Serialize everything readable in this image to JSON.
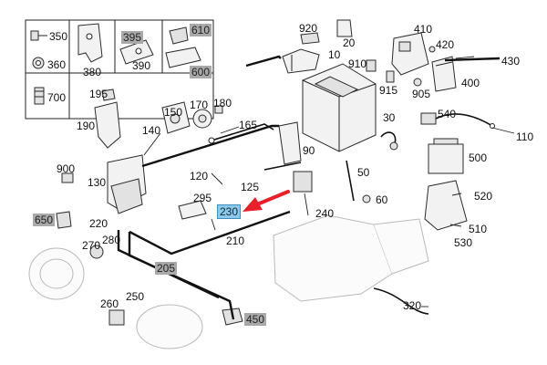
{
  "diagram": {
    "highlight_color": "#8ec9ea",
    "arrow_color": "#e8202a",
    "callouts": [
      {
        "id": "350",
        "text": "350",
        "style": "plain"
      },
      {
        "id": "360",
        "text": "360",
        "style": "plain"
      },
      {
        "id": "380",
        "text": "380",
        "style": "plain"
      },
      {
        "id": "395",
        "text": "395",
        "style": "grey"
      },
      {
        "id": "390",
        "text": "390",
        "style": "plain"
      },
      {
        "id": "610",
        "text": "610",
        "style": "grey"
      },
      {
        "id": "600",
        "text": "600",
        "style": "grey"
      },
      {
        "id": "700",
        "text": "700",
        "style": "plain"
      },
      {
        "id": "920",
        "text": "920",
        "style": "plain"
      },
      {
        "id": "20",
        "text": "20",
        "style": "plain"
      },
      {
        "id": "10",
        "text": "10",
        "style": "plain"
      },
      {
        "id": "410",
        "text": "410",
        "style": "plain"
      },
      {
        "id": "420",
        "text": "420",
        "style": "plain"
      },
      {
        "id": "430",
        "text": "430",
        "style": "plain"
      },
      {
        "id": "910",
        "text": "910",
        "style": "plain"
      },
      {
        "id": "915",
        "text": "915",
        "style": "plain"
      },
      {
        "id": "905",
        "text": "905",
        "style": "plain"
      },
      {
        "id": "400",
        "text": "400",
        "style": "plain"
      },
      {
        "id": "195",
        "text": "195",
        "style": "plain"
      },
      {
        "id": "190",
        "text": "190",
        "style": "plain"
      },
      {
        "id": "150",
        "text": "150",
        "style": "plain"
      },
      {
        "id": "170",
        "text": "170",
        "style": "plain"
      },
      {
        "id": "180",
        "text": "180",
        "style": "plain"
      },
      {
        "id": "165",
        "text": "165",
        "style": "plain"
      },
      {
        "id": "140",
        "text": "140",
        "style": "plain"
      },
      {
        "id": "30",
        "text": "30",
        "style": "plain"
      },
      {
        "id": "540",
        "text": "540",
        "style": "plain"
      },
      {
        "id": "110",
        "text": "110",
        "style": "plain"
      },
      {
        "id": "90",
        "text": "90",
        "style": "plain"
      },
      {
        "id": "500",
        "text": "500",
        "style": "plain"
      },
      {
        "id": "900",
        "text": "900",
        "style": "plain"
      },
      {
        "id": "120",
        "text": "120",
        "style": "plain"
      },
      {
        "id": "50",
        "text": "50",
        "style": "plain"
      },
      {
        "id": "130",
        "text": "130",
        "style": "plain"
      },
      {
        "id": "125",
        "text": "125",
        "style": "plain"
      },
      {
        "id": "295",
        "text": "295",
        "style": "plain"
      },
      {
        "id": "60",
        "text": "60",
        "style": "plain"
      },
      {
        "id": "520",
        "text": "520",
        "style": "plain"
      },
      {
        "id": "230",
        "text": "230",
        "style": "highlight"
      },
      {
        "id": "240",
        "text": "240",
        "style": "plain"
      },
      {
        "id": "650",
        "text": "650",
        "style": "grey"
      },
      {
        "id": "220",
        "text": "220",
        "style": "plain"
      },
      {
        "id": "510",
        "text": "510",
        "style": "plain"
      },
      {
        "id": "210",
        "text": "210",
        "style": "plain"
      },
      {
        "id": "270",
        "text": "270",
        "style": "plain"
      },
      {
        "id": "280",
        "text": "280",
        "style": "plain"
      },
      {
        "id": "530",
        "text": "530",
        "style": "plain"
      },
      {
        "id": "205",
        "text": "205",
        "style": "grey"
      },
      {
        "id": "260",
        "text": "260",
        "style": "plain"
      },
      {
        "id": "250",
        "text": "250",
        "style": "plain"
      },
      {
        "id": "320",
        "text": "320",
        "style": "plain"
      },
      {
        "id": "450",
        "text": "450",
        "style": "grey"
      }
    ]
  }
}
